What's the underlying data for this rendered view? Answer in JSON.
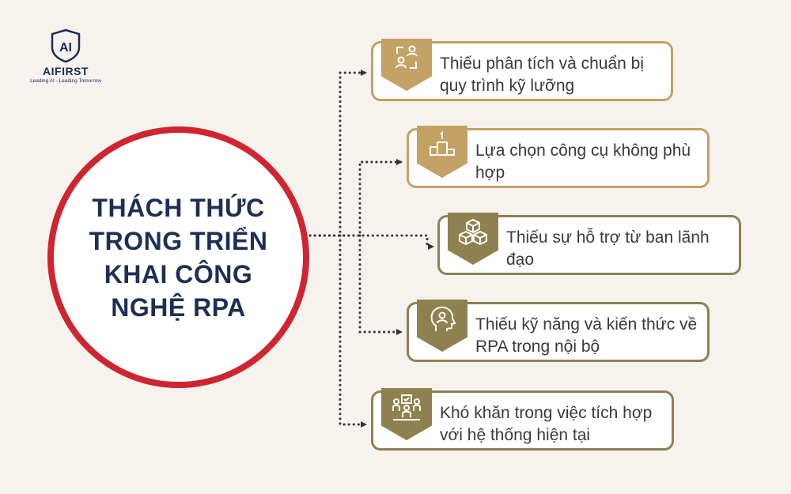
{
  "logo": {
    "mark": "AI",
    "brand": "AIFIRST",
    "tagline": "Leading AI - Leading Tomorrow"
  },
  "center_title": "THÁCH THỨC TRONG TRIỂN KHAI CÔNG NGHỆ RPA",
  "colors": {
    "circle_border": "#cf2530",
    "title_text": "#1e2f55",
    "gold": "#c4a164",
    "olive": "#8f8050",
    "background": "#f6f3ef"
  },
  "items": [
    {
      "label": "Thiếu phân tích và chuẩn bị quy trình kỹ lưỡng",
      "icon": "process-analysis-icon",
      "tone": "gold"
    },
    {
      "label": "Lựa chọn công cụ không phù hợp",
      "icon": "podium-icon",
      "tone": "gold"
    },
    {
      "label": "Thiếu sự hỗ trợ từ ban lãnh đạo",
      "icon": "cubes-icon",
      "tone": "olive"
    },
    {
      "label": "Thiếu kỹ năng và kiến thức về RPA trong nội bộ",
      "icon": "head-knowledge-icon",
      "tone": "olive"
    },
    {
      "label": "Khó khăn trong việc tích hợp với hệ thống hiện tại",
      "icon": "team-integration-icon",
      "tone": "olive"
    }
  ]
}
